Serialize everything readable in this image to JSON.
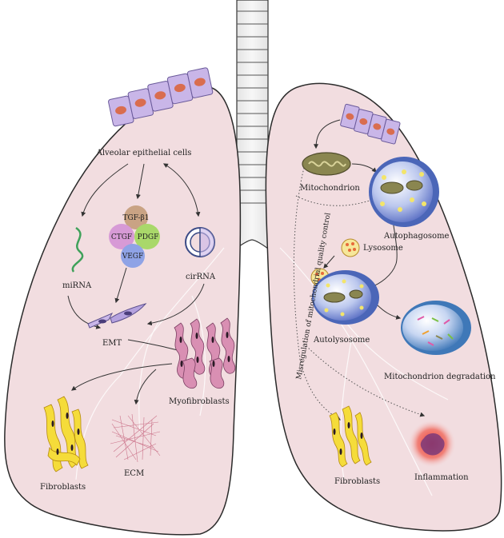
{
  "left_lung": {
    "alveolar_label": "Alveolar epithelial cells",
    "growth_factors": {
      "tgf": "TGF-β1",
      "ctgf": "CTGF",
      "pdgf": "PDGF",
      "vegf": "VEGF"
    },
    "mirna_label": "miRNA",
    "cirrna_label": "cirRNA",
    "emt_label": "EMT",
    "myofibroblasts_label": "Myofibroblasts",
    "fibroblasts_label": "Fibroblasts",
    "ecm_label": "ECM"
  },
  "right_lung": {
    "mitochondrion_label": "Mitochondrion",
    "autophagosome_label": "Autophagosome",
    "lysosome_label": "Lysosome",
    "autolysosome_label": "Autolysosome",
    "degradation_label": "Mitochondrion degradation",
    "vertical_label": "Misregulation of mitochondrial quality control",
    "fibroblasts_label": "Fibroblasts",
    "inflammation_label": "Inflammation"
  },
  "colors": {
    "lung_fill": "#f2dde0",
    "lung_stroke": "#2b2b2b",
    "tgf": "#c9a384",
    "ctgf": "#d79ad6",
    "pdgf": "#a9d86a",
    "vegf": "#8fa3e6",
    "fibroblast": "#f5dc3a",
    "inflammation": "#e8342a"
  }
}
